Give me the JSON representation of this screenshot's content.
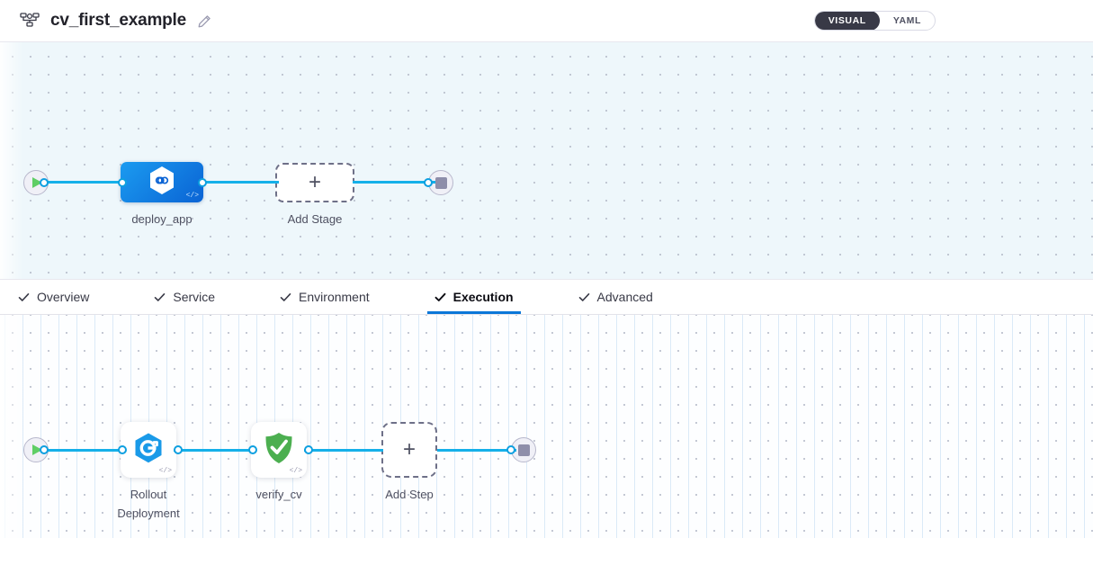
{
  "header": {
    "pipeline_icon": "pipeline-icon",
    "title": "cv_first_example",
    "edit_icon": "pencil-edit-icon",
    "view_toggle": {
      "options": [
        {
          "label": "VISUAL",
          "active": true
        },
        {
          "label": "YAML",
          "active": false
        }
      ]
    }
  },
  "tabs": [
    {
      "label": "Overview",
      "active": false,
      "icon": "check-icon"
    },
    {
      "label": "Service",
      "active": false,
      "icon": "check-icon"
    },
    {
      "label": "Environment",
      "active": false,
      "icon": "check-icon"
    },
    {
      "label": "Execution",
      "active": true,
      "icon": "check-icon"
    },
    {
      "label": "Advanced",
      "active": false,
      "icon": "check-icon"
    }
  ],
  "stage_canvas": {
    "start_node": {
      "icon": "play-icon"
    },
    "end_node": {
      "icon": "stop-icon"
    },
    "nodes": [
      {
        "label": "deploy_app",
        "icon": "harness-cd-hexagon-icon",
        "type": "stage",
        "selected": true
      },
      {
        "label": "Add Stage",
        "icon": "plus-icon",
        "type": "add"
      }
    ]
  },
  "execution_canvas": {
    "start_node": {
      "icon": "play-icon"
    },
    "end_node": {
      "icon": "stop-icon"
    },
    "nodes": [
      {
        "label": "Rollout Deployment",
        "icon": "rollout-deployment-icon",
        "type": "step"
      },
      {
        "label": "verify_cv",
        "icon": "green-shield-check-icon",
        "type": "step"
      },
      {
        "label": "Add Step",
        "icon": "plus-icon",
        "type": "add"
      }
    ]
  },
  "colors": {
    "accent_blue": "#0b77d8",
    "link_blue": "#15b0e9",
    "stage_blue": "#0a63d4",
    "verify_green": "#4caf50",
    "canvas_top_bg": "#eef7fb",
    "toggle_active_bg": "#383946"
  }
}
